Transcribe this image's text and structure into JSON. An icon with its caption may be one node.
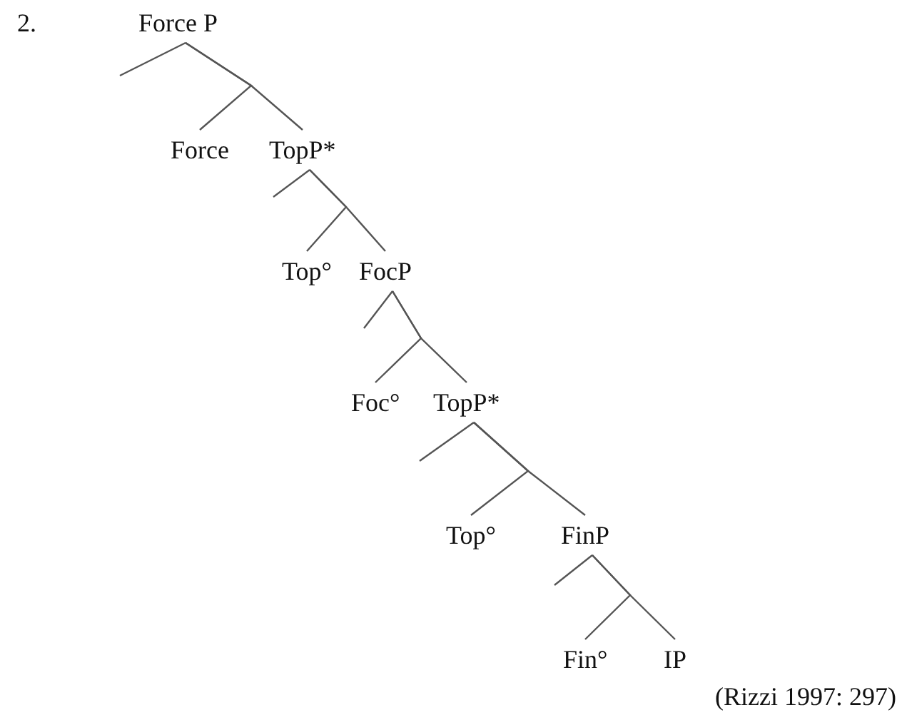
{
  "diagram": {
    "caption": "(Rizzi 1997: 297)",
    "nodes": [
      {
        "text": [
          "Force P"
        ]
      },
      {
        "text": [
          "Force"
        ]
      },
      {
        "text": [
          "TopP*"
        ]
      },
      {
        "text": [
          "Top°"
        ]
      },
      {
        "text": [
          "FocP"
        ]
      },
      {
        "text": [
          "Foc°"
        ]
      },
      {
        "text": [
          "TopP*"
        ]
      },
      {
        "text": [
          "Top°"
        ]
      },
      {
        "text": [
          "FinP"
        ]
      },
      {
        "text": [
          "Fin°"
        ]
      },
      {
        "text": [
          "IP"
        ]
      }
    ],
    "edges": [
      {
        "from": 0,
        "to": null,
        "arrow": "none"
      },
      {
        "from": 0,
        "to": 1,
        "arrow": "none"
      },
      {
        "from": 0,
        "to": 2,
        "arrow": "none"
      },
      {
        "from": 2,
        "to": null,
        "arrow": "none"
      },
      {
        "from": 2,
        "to": 3,
        "arrow": "none"
      },
      {
        "from": 2,
        "to": 4,
        "arrow": "none"
      },
      {
        "from": 4,
        "to": null,
        "arrow": "none"
      },
      {
        "from": 4,
        "to": 5,
        "arrow": "none"
      },
      {
        "from": 4,
        "to": 6,
        "arrow": "none"
      },
      {
        "from": 6,
        "to": null,
        "arrow": "none"
      },
      {
        "from": 6,
        "to": 7,
        "arrow": "none"
      },
      {
        "from": 6,
        "to": 8,
        "arrow": "none"
      },
      {
        "from": 8,
        "to": null,
        "arrow": "none"
      },
      {
        "from": 8,
        "to": 9,
        "arrow": "none"
      },
      {
        "from": 8,
        "to": 10,
        "arrow": "none"
      }
    ],
    "labels": [
      "2."
    ]
  }
}
